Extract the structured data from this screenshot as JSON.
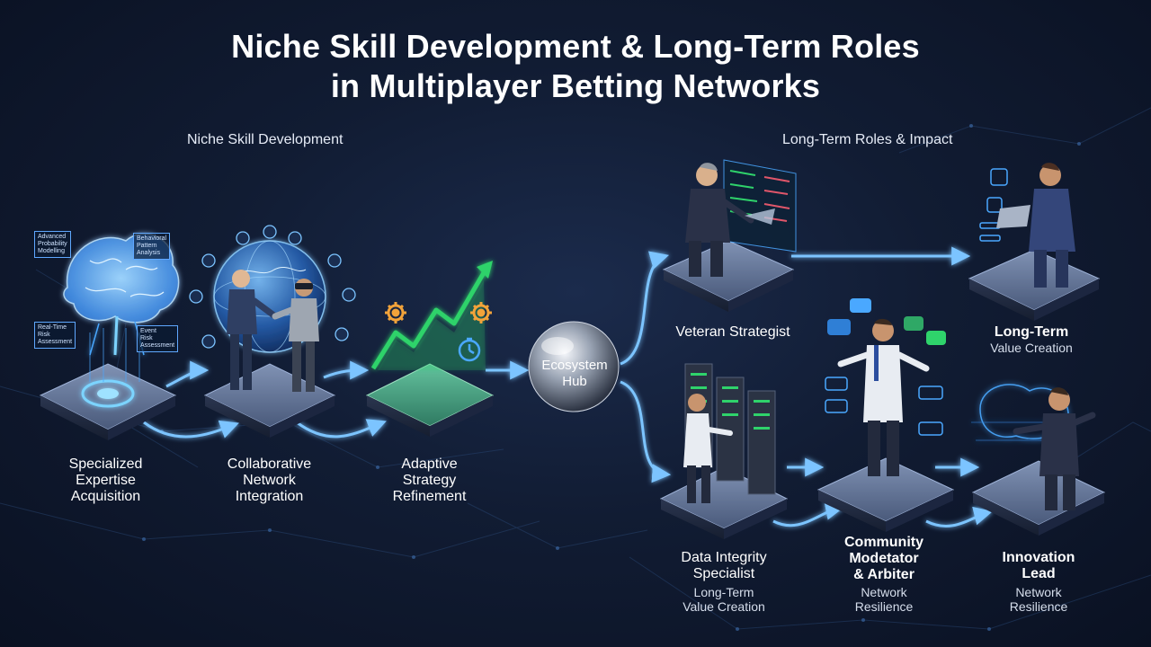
{
  "title_lines": [
    "Niche Skill Development & Long-Term Roles",
    "in Multiplayer Betting Networks"
  ],
  "sections": {
    "left": "Niche Skill Development",
    "right": "Long-Term Roles & Impact"
  },
  "stages": [
    {
      "lines": [
        "Specialized",
        "Expertise",
        "Acquisition"
      ]
    },
    {
      "lines": [
        "Collaborative",
        "Network",
        "Integration"
      ]
    },
    {
      "lines": [
        "Adaptive",
        "Strategy",
        "Refinement"
      ]
    }
  ],
  "hub": {
    "lines": [
      "Ecosystem",
      "Hub"
    ]
  },
  "brain_tags": [
    {
      "lines": [
        "Advanced",
        "Probability",
        "Modelling"
      ]
    },
    {
      "lines": [
        "Behavioral",
        "Pattern",
        "Analysis"
      ]
    },
    {
      "lines": [
        "Real-Time",
        "Risk",
        "Assessment"
      ]
    },
    {
      "lines": [
        "Event",
        "Risk",
        "Assessment"
      ]
    }
  ],
  "roles": [
    {
      "id": "veteran-strategist",
      "lines": [
        "Veteran Strategist"
      ],
      "sub": []
    },
    {
      "id": "long-term",
      "lines": [
        "Long-Term"
      ],
      "sub": [
        "Value Creation"
      ]
    },
    {
      "id": "data-integrity-specialist",
      "lines": [
        "Data Integrity",
        "Specialist"
      ],
      "sub": [
        "Long-Term",
        "Value Creation"
      ]
    },
    {
      "id": "community-moderator",
      "lines": [
        "Community",
        "Modetator",
        "& Arbiter"
      ],
      "sub": [
        "Network",
        "Resilience"
      ]
    },
    {
      "id": "innovation-lead",
      "lines": [
        "Innovation",
        "Lead"
      ],
      "sub": [
        "Network",
        "Resilience"
      ]
    }
  ],
  "colors": {
    "background": "#111c33",
    "glow_blue": "#4aa8ff",
    "platform_top": "#6b7fa3",
    "platform_green": "#3f9e7a",
    "chart_green": "#2fd36b",
    "accent_orange": "#f2a33a"
  }
}
